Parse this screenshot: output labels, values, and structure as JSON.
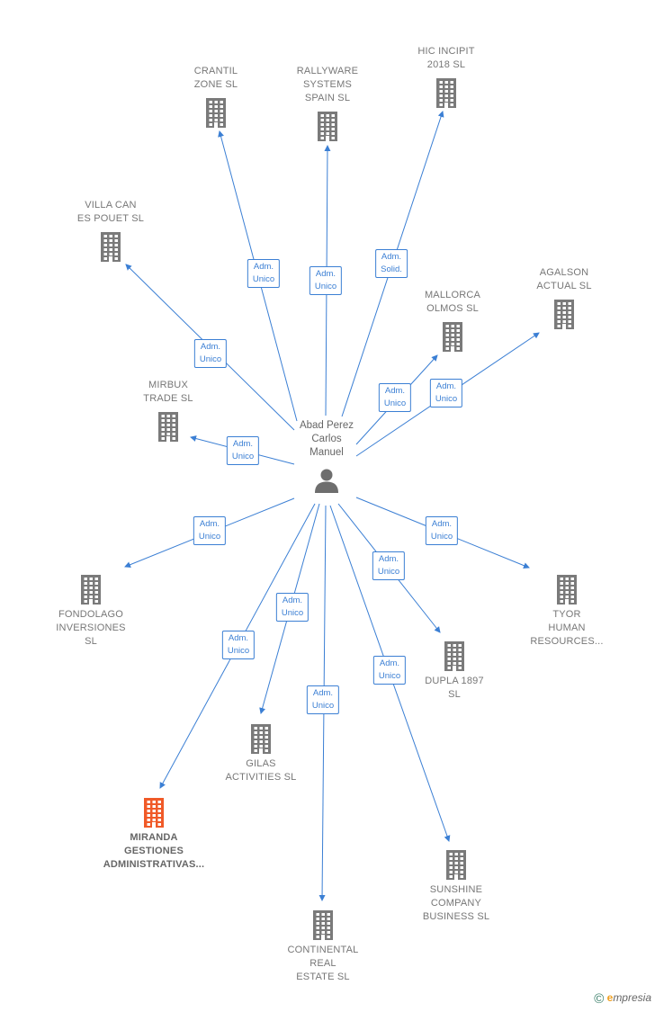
{
  "center": {
    "name": "Abad Perez\nCarlos\nManuel",
    "icon": "person-icon"
  },
  "colors": {
    "edge": "#3b7fd4",
    "building": "#7a7a7a",
    "highlight": "#f05a28"
  },
  "nodes": [
    {
      "id": "crantil",
      "name": "CRANTIL\nZONE SL",
      "role": "Adm.\nUnico",
      "highlight": false
    },
    {
      "id": "rallyware",
      "name": "RALLYWARE\nSYSTEMS\nSPAIN SL",
      "role": "Adm.\nUnico",
      "highlight": false
    },
    {
      "id": "hic-incipit",
      "name": "HIC INCIPIT\n2018 SL",
      "role": "Adm.\nSolid.",
      "highlight": false
    },
    {
      "id": "villa-can",
      "name": "VILLA CAN\nES POUET SL",
      "role": "Adm.\nUnico",
      "highlight": false
    },
    {
      "id": "agalson",
      "name": "AGALSON\nACTUAL SL",
      "role": "Adm.\nUnico",
      "highlight": false
    },
    {
      "id": "mallorca-olmos",
      "name": "MALLORCA\nOLMOS SL",
      "role": "Adm.\nUnico",
      "highlight": false
    },
    {
      "id": "mirbux",
      "name": "MIRBUX\nTRADE SL",
      "role": "Adm.\nUnico",
      "highlight": false
    },
    {
      "id": "fondolago",
      "name": "FONDOLAGO\nINVERSIONES\nSL",
      "role": "Adm.\nUnico",
      "highlight": false
    },
    {
      "id": "tyor",
      "name": "TYOR\nHUMAN\nRESOURCES...",
      "role": "Adm.\nUnico",
      "highlight": false
    },
    {
      "id": "dupla",
      "name": "DUPLA 1897\nSL",
      "role": "Adm.\nUnico",
      "highlight": false
    },
    {
      "id": "gilas",
      "name": "GILAS\nACTIVITIES SL",
      "role": "Adm.\nUnico",
      "highlight": false
    },
    {
      "id": "miranda",
      "name": "MIRANDA\nGESTIONES\nADMINISTRATIVAS...",
      "role": "Adm.\nUnico",
      "highlight": true
    },
    {
      "id": "sunshine",
      "name": "SUNSHINE\nCOMPANY\nBUSINESS SL",
      "role": "Adm.\nUnico",
      "highlight": false
    },
    {
      "id": "continental",
      "name": "CONTINENTAL\nREAL\nESTATE SL",
      "role": "Adm.\nUnico",
      "highlight": false
    }
  ],
  "footer": {
    "copyright_symbol": "©",
    "brand_initial": "e",
    "brand_rest": "mpresia"
  }
}
